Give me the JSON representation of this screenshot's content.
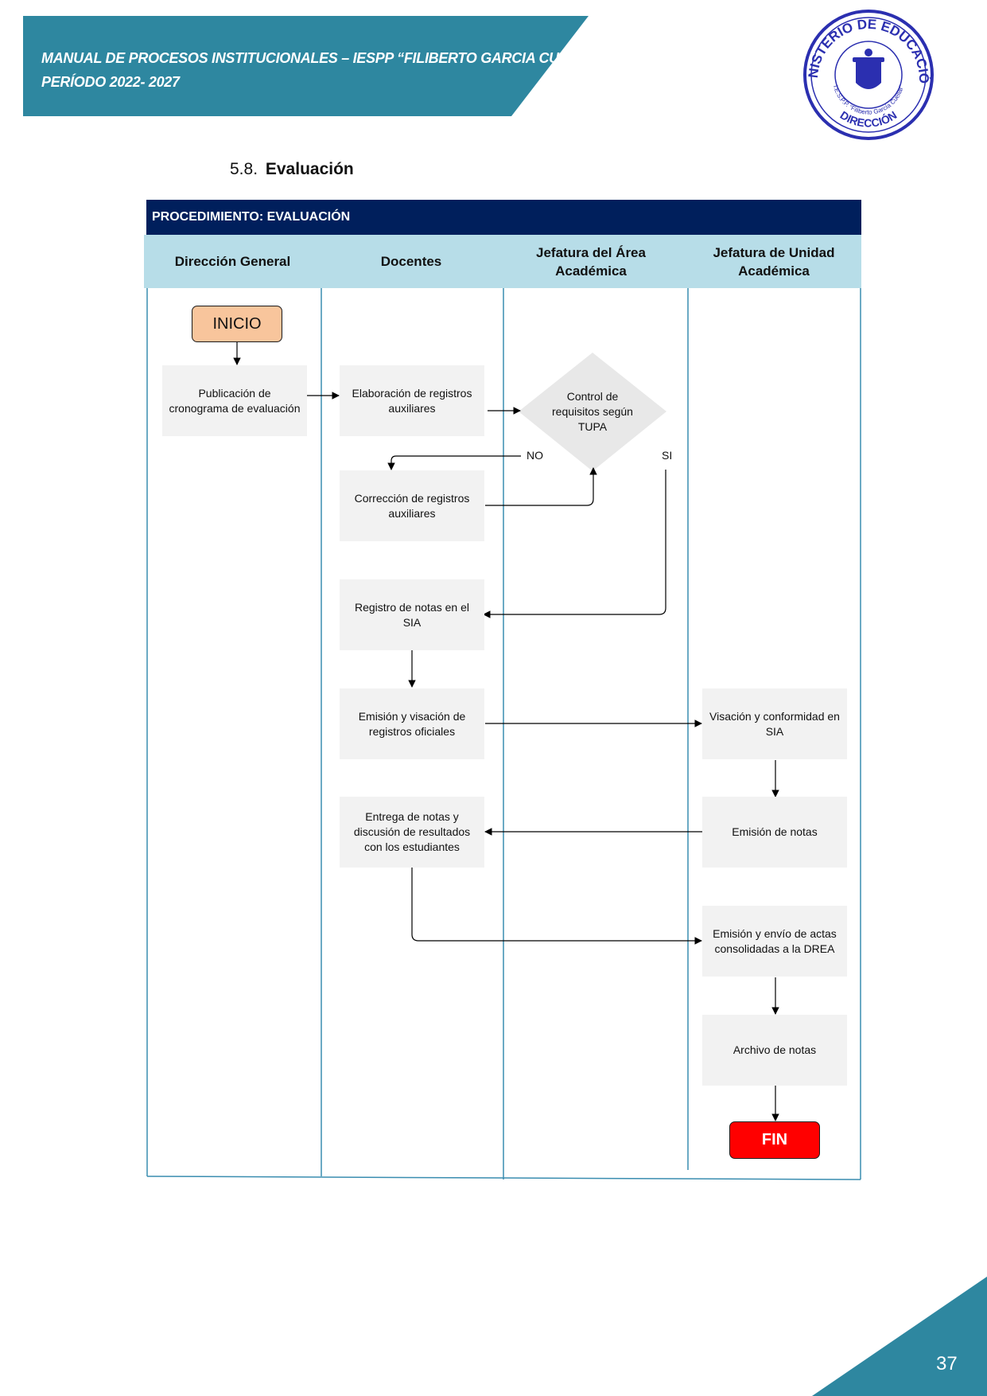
{
  "header": {
    "line1": "MANUAL DE PROCESOS INSTITUCIONALES – IESPP “FILIBERTO GARCIA CUELLAR”",
    "line2": "PERÍODO 2022- 2027",
    "banner_color": "#2e87a0"
  },
  "seal": {
    "text_top": "MINISTERIO DE EDUCACIÓN",
    "text_inner": "I.E.S.P.P. “Filiberto García Cuellar”",
    "text_bottom": "DIRECCIÓN",
    "color": "#2b2fb0"
  },
  "section": {
    "number": "5.8.",
    "title": "Evaluación"
  },
  "diagram": {
    "procedure_title": "PROCEDIMIENTO: EVALUACIÓN",
    "header_color": "#001f5c",
    "lane_header_color": "#b7dde8",
    "lanes": [
      "Dirección General",
      "Docentes",
      "Jefatura del Área Académica",
      "Jefatura de Unidad Académica"
    ],
    "nodes": {
      "inicio": "INICIO",
      "publicacion": "Publicación de cronograma de evaluación",
      "elaboracion": "Elaboración de registros auxiliares",
      "control": "Control de requisitos según TUPA",
      "correccion": "Corrección de registros auxiliares",
      "registro": "Registro de notas en el SIA",
      "emision_visacion": "Emisión y visación de registros oficiales",
      "visacion_conformidad": "Visación y conformidad en SIA",
      "emision_notas": "Emisión de notas",
      "entrega": "Entrega de notas y discusión de resultados con los estudiantes",
      "emision_actas": "Emisión y envío de actas consolidadas a la DREA",
      "archivo": "Archivo de notas",
      "fin": "FIN"
    },
    "edge_labels": {
      "no": "NO",
      "si": "SI"
    },
    "edges": [
      [
        "inicio",
        "publicacion"
      ],
      [
        "publicacion",
        "elaboracion"
      ],
      [
        "elaboracion",
        "control"
      ],
      [
        "control",
        "correccion",
        "NO"
      ],
      [
        "correccion",
        "control"
      ],
      [
        "control",
        "registro",
        "SI"
      ],
      [
        "registro",
        "emision_visacion"
      ],
      [
        "emision_visacion",
        "visacion_conformidad"
      ],
      [
        "visacion_conformidad",
        "emision_notas"
      ],
      [
        "emision_notas",
        "entrega"
      ],
      [
        "entrega",
        "emision_actas"
      ],
      [
        "emision_actas",
        "archivo"
      ],
      [
        "archivo",
        "fin"
      ]
    ]
  },
  "footer": {
    "page_number": "37"
  }
}
